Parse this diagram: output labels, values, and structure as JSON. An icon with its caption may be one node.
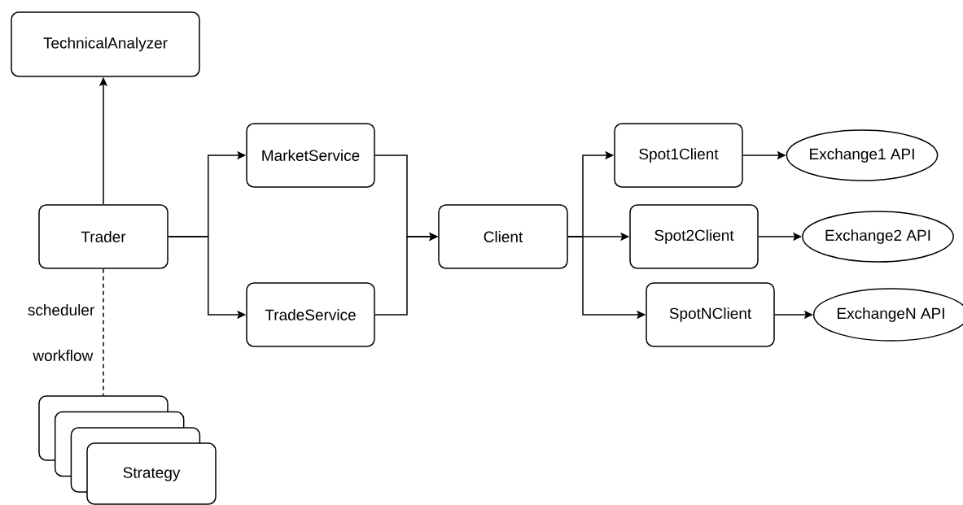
{
  "diagram": {
    "nodes": [
      {
        "text": [
          "TechnicalAnalyzer"
        ]
      },
      {
        "text": [
          "Trader"
        ]
      },
      {
        "text": [
          "MarketService"
        ]
      },
      {
        "text": [
          "TradeService"
        ]
      },
      {
        "text": [
          "Client"
        ]
      },
      {
        "text": [
          "Spot1Client"
        ]
      },
      {
        "text": [
          "Spot2Client"
        ]
      },
      {
        "text": [
          "SpotNClient"
        ]
      },
      {
        "text": [
          "Exchange1 API"
        ]
      },
      {
        "text": [
          "Exchange2 API"
        ]
      },
      {
        "text": [
          "ExchangeN API"
        ]
      },
      {
        "text": [
          "Strategy"
        ]
      }
    ],
    "edges": [
      {
        "from": 1,
        "to": 0,
        "arrow": "to"
      },
      {
        "from": 1,
        "to": 2,
        "arrow": "to"
      },
      {
        "from": 1,
        "to": 3,
        "arrow": "to"
      },
      {
        "from": 2,
        "to": 4,
        "arrow": "to"
      },
      {
        "from": 3,
        "to": 4,
        "arrow": "to"
      },
      {
        "from": 4,
        "to": 5,
        "arrow": "to"
      },
      {
        "from": 4,
        "to": 6,
        "arrow": "to"
      },
      {
        "from": 4,
        "to": 7,
        "arrow": "to"
      },
      {
        "from": 5,
        "to": 8,
        "arrow": "to"
      },
      {
        "from": 6,
        "to": 9,
        "arrow": "to"
      },
      {
        "from": 7,
        "to": 10,
        "arrow": "to"
      },
      {
        "from": 1,
        "to": 11,
        "arrow": "none",
        "style": "dashed"
      }
    ],
    "labels": [
      "scheduler",
      "workflow"
    ]
  }
}
